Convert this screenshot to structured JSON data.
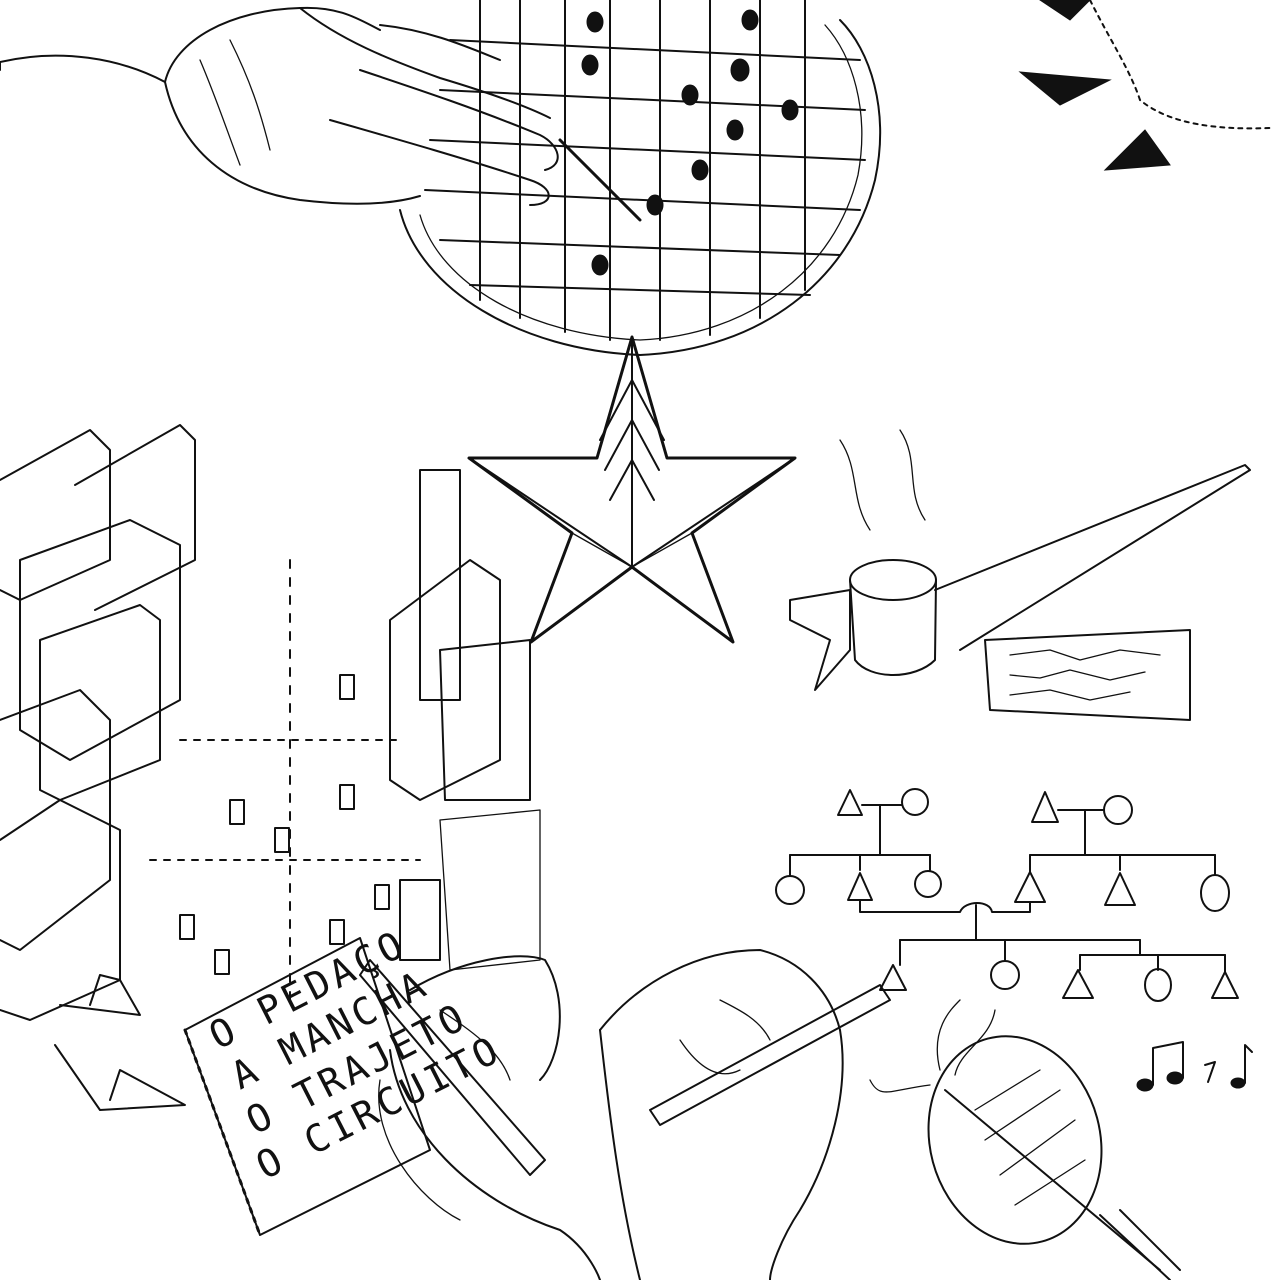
{
  "colors": {
    "ink": "#111111",
    "paper": "#ffffff"
  },
  "notebook": {
    "lines": [
      "O PEDAÇO",
      "A MANCHA",
      "O TRAJETO",
      "O CIRCUITO"
    ]
  },
  "icons": {
    "star": "star-icon",
    "music": "music-notes-icon",
    "paper_boat": "paper-boat-icon"
  }
}
